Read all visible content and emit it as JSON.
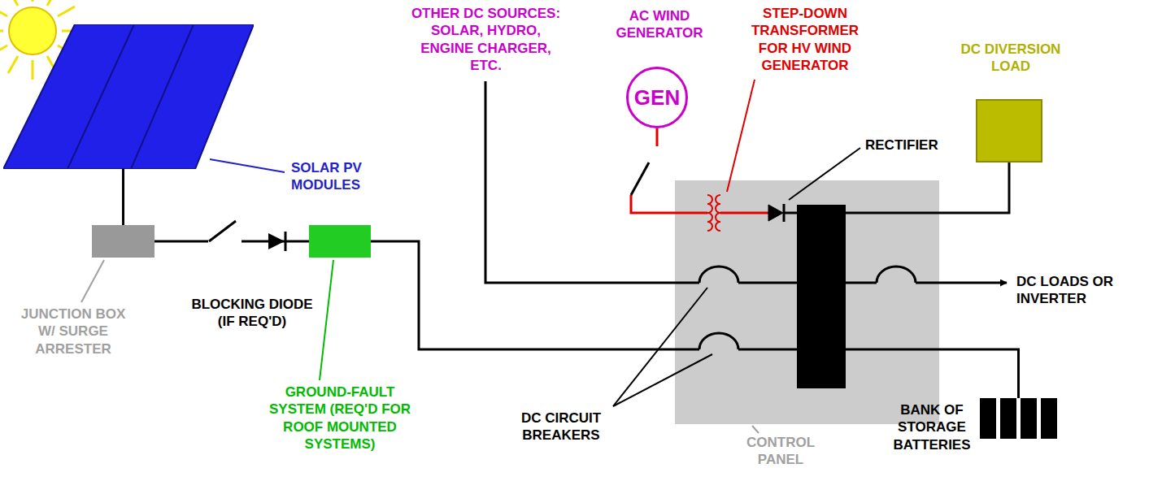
{
  "diagram": {
    "nodes": [
      {
        "text": [
          "SOLAR PV MODULES"
        ]
      },
      {
        "text": [
          "JUNCTION BOX W/ SURGE ARRESTER"
        ]
      },
      {
        "text": [
          "GROUND-FAULT SYSTEM (REQ'D FOR ROOF MOUNTED SYSTEMS)"
        ]
      },
      {
        "text": [
          "AC WIND GENERATOR",
          "GEN"
        ]
      },
      {
        "text": [
          "CONTROL PANEL"
        ]
      },
      {
        "text": [
          "DC DIVERSION LOAD"
        ]
      },
      {
        "text": [
          "BANK OF STORAGE BATTERIES"
        ]
      }
    ],
    "edges": [
      {
        "from": 0,
        "to": 1,
        "arrow": "none"
      },
      {
        "from": 1,
        "to": 2,
        "arrow": "none"
      },
      {
        "from": 2,
        "to": 4,
        "arrow": "none"
      },
      {
        "from": 3,
        "to": 4,
        "arrow": "none"
      },
      {
        "from": 4,
        "to": 5,
        "arrow": "none"
      },
      {
        "from": 4,
        "to": 6,
        "arrow": "none"
      }
    ],
    "labels": [
      "BLOCKING DIODE (IF REQ'D)",
      "OTHER DC SOURCES: SOLAR, HYDRO, ENGINE CHARGER, ETC.",
      "STEP-DOWN TRANSFORMER FOR HV WIND GENERATOR",
      "RECTIFIER",
      "DC LOADS OR INVERTER",
      "DC CIRCUIT BREAKERS"
    ]
  }
}
